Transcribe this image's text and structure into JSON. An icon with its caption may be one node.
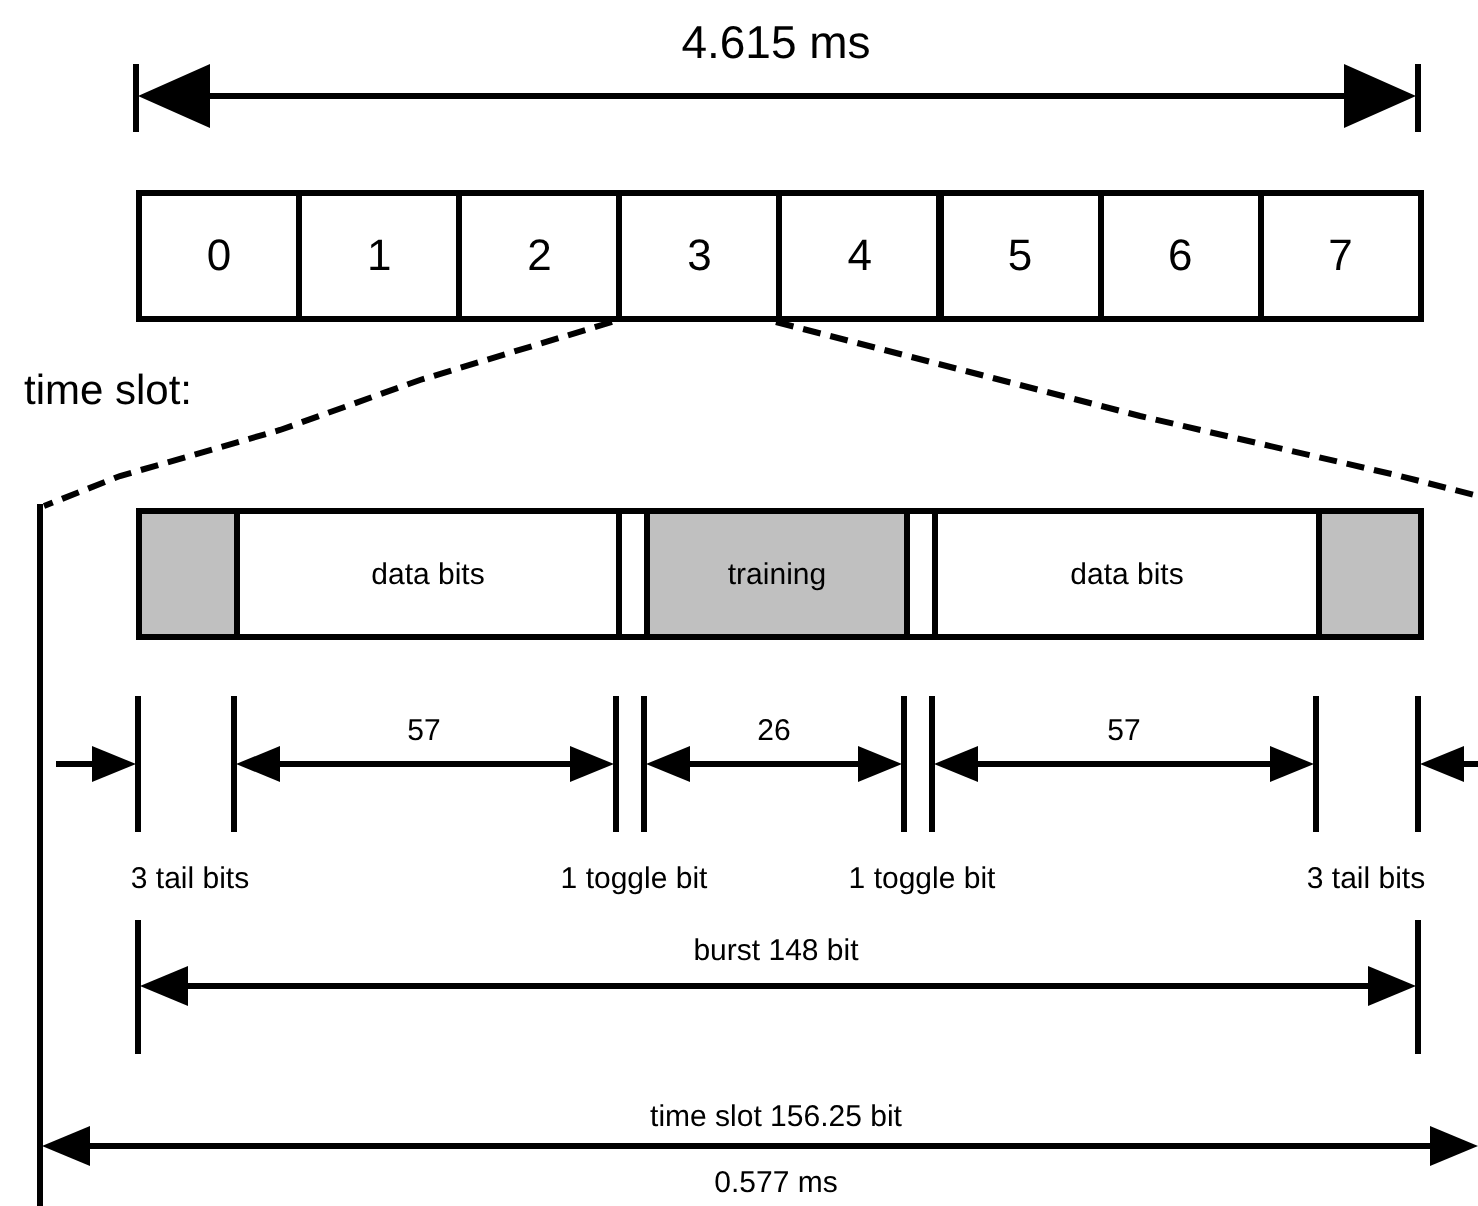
{
  "diagram": {
    "nodes": [
      {
        "text": [
          "0"
        ]
      },
      {
        "text": [
          "1"
        ]
      },
      {
        "text": [
          "2"
        ]
      },
      {
        "text": [
          "3"
        ]
      },
      {
        "text": [
          "4"
        ]
      },
      {
        "text": [
          "5"
        ]
      },
      {
        "text": [
          "6"
        ]
      },
      {
        "text": [
          "7"
        ]
      },
      {
        "text": [],
        "shape": "box"
      },
      {
        "text": [
          "data bits"
        ]
      },
      {
        "text": [],
        "shape": "box"
      },
      {
        "text": [
          "training"
        ]
      },
      {
        "text": [],
        "shape": "box"
      },
      {
        "text": [
          "data bits"
        ]
      },
      {
        "text": [],
        "shape": "box"
      }
    ],
    "edges": [],
    "labels": [
      "4.615 ms",
      "time slot:",
      "57",
      "26",
      "57",
      "3 tail bits",
      "1 toggle bit",
      "1 toggle bit",
      "3 tail bits",
      "burst 148 bit",
      "time slot 156.25 bit",
      "0.577 ms"
    ]
  }
}
